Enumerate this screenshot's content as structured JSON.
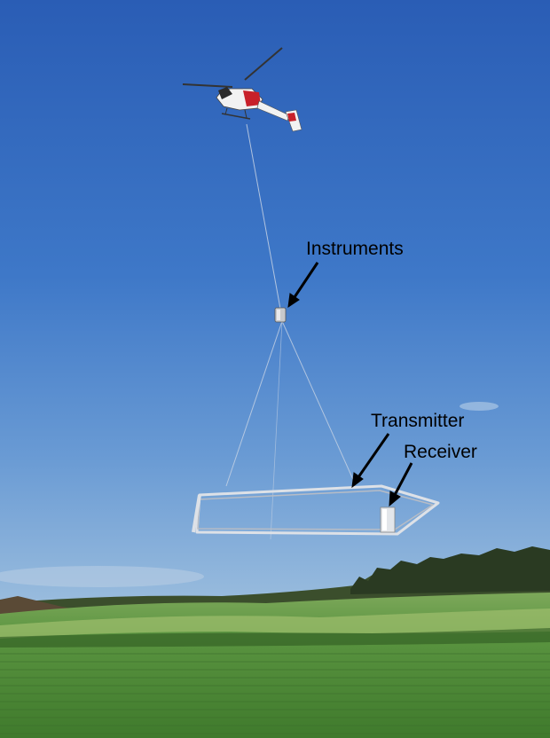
{
  "labels": {
    "instruments": "Instruments",
    "transmitter": "Transmitter",
    "receiver": "Receiver"
  },
  "colors": {
    "sky_top": "#2b5fb7",
    "sky_bottom": "#8fb4da",
    "field": "#4f8a3a",
    "helicopter": "#f2f2f2",
    "helicopter_accent": "#c8202a",
    "frame": "#d9dde3"
  }
}
